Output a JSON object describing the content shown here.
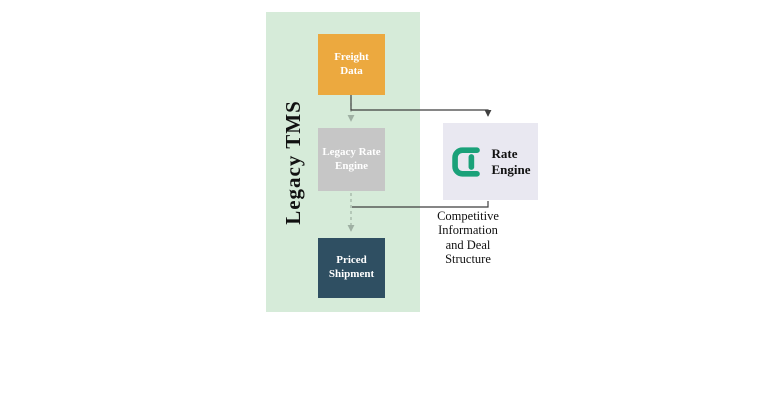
{
  "panel": {
    "title": "Legacy TMS"
  },
  "nodes": {
    "freight": {
      "label": "Freight\nData"
    },
    "legacy_rate": {
      "label": "Legacy Rate\nEngine"
    },
    "priced": {
      "label": "Priced\nShipment"
    },
    "rate_engine": {
      "label": "Rate\nEngine"
    }
  },
  "annotations": {
    "competitive": "Competitive\nInformation\nand Deal\nStructure"
  },
  "colors": {
    "panel_bg": "#d6ebd9",
    "freight_box": "#eca93f",
    "legacy_rate_box": "#c6c6c6",
    "priced_box": "#2f4f62",
    "rate_engine_box_bg": "#e9e8f1",
    "logo_green": "#1aa179",
    "solid_arrow": "#3f3f3f",
    "dashed_arrow": "#9fb0a3",
    "node_text": "#ffffff",
    "label_text": "#111111"
  }
}
